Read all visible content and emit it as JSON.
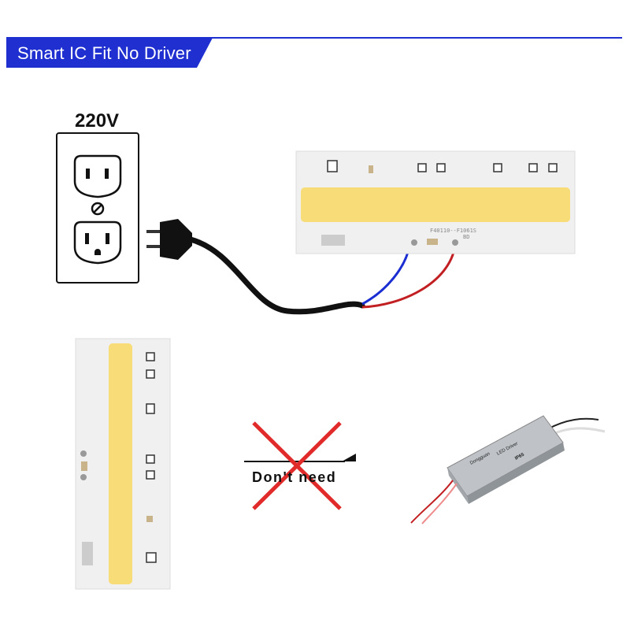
{
  "banner": {
    "title": "Smart IC Fit No Driver"
  },
  "outlet": {
    "voltage": "220V"
  },
  "chip": {
    "model_label": "F40110--F1061S",
    "code_label": "BD"
  },
  "comparison": {
    "no_driver_label": "Don't need"
  },
  "driver": {
    "brand": "Dongguan",
    "name": "LED Driver",
    "rating": "IP65"
  },
  "colors": {
    "banner": "#1f2fd0",
    "led": "#f8dc78",
    "cross": "#e12a2a",
    "wire_blue": "#1b2ed1",
    "wire_red": "#c21f22"
  }
}
